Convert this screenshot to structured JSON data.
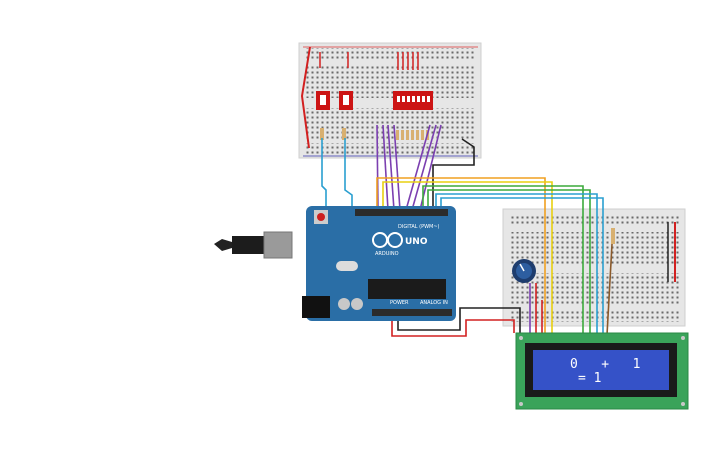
{
  "arduino": {
    "logo": "UNO",
    "brand": "ARDUINO",
    "header_digital": "DIGITAL (PWM~)",
    "header_power": "POWER",
    "header_analog": "ANALOG IN"
  },
  "lcd": {
    "line1": "0   +   1",
    "line2": "= 1"
  },
  "colors": {
    "board": "#2a6ea6",
    "breadboard": "#e9e9e9",
    "wire_red": "#d22020",
    "wire_black": "#222222",
    "wire_blue": "#2a9fd0",
    "wire_purple": "#7b3fb0",
    "wire_orange": "#f0a020",
    "wire_yellow": "#e8d010",
    "wire_green": "#3caa3c",
    "lcd_body": "#3aa35a",
    "lcd_screen": "#3552c8"
  },
  "icons": {
    "usb": "usb-cable-icon",
    "potentiometer": "potentiometer-icon",
    "dip_switch": "dip-switch-icon"
  }
}
